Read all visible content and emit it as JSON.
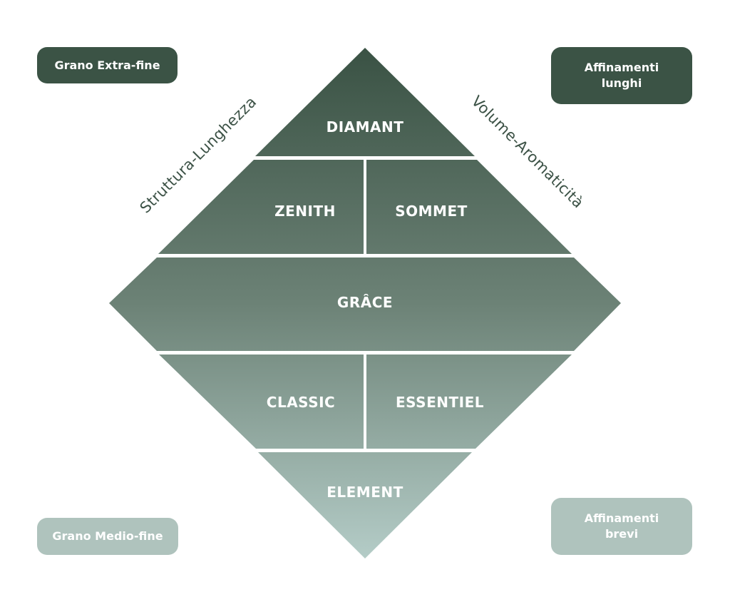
{
  "tiers": [
    {
      "id": "diamant",
      "label": "DIAMANT"
    },
    {
      "id": "zenith",
      "label": "ZENITH"
    },
    {
      "id": "sommet",
      "label": "SOMMET"
    },
    {
      "id": "grace",
      "label": "GRÂCE"
    },
    {
      "id": "classic",
      "label": "CLASSIC"
    },
    {
      "id": "essentiel",
      "label": "ESSENTIEL"
    },
    {
      "id": "element",
      "label": "ELEMENT"
    }
  ],
  "axes": {
    "left": "Struttura-Lunghezza",
    "right": "Volume-Aromaticità"
  },
  "corners": {
    "top_left": "Grano Extra-fine",
    "top_right": [
      "Affinamenti",
      "lunghi"
    ],
    "bottom_left": "Grano Medio-fine",
    "bottom_right": [
      "Affinamenti",
      "brevi"
    ]
  },
  "colors": {
    "gradient_top": "#3a5244",
    "gradient_bottom": "#b3cbc6",
    "dark_box": "#3b5345",
    "light_box": "#afc3bd",
    "axis_text": "#3c5246"
  }
}
